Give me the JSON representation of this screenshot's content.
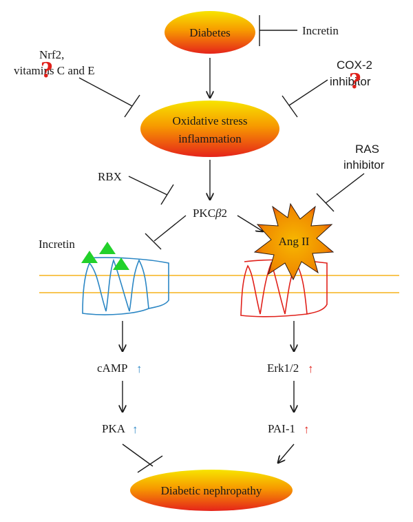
{
  "nodes": {
    "diabetes": "Diabetes",
    "oxidative_line1": "Oxidative stress",
    "oxidative_line2": "inflammation",
    "nephropathy": "Diabetic nephropathy",
    "ang2": "Ang II"
  },
  "labels": {
    "incretin_top": "Incretin",
    "nrf2_line1": "Nrf2,",
    "nrf2_line2": "vitamins C and E",
    "cox2_line1": "COX-2",
    "cox2_line2": "inhibitor",
    "ras_line1": "RAS",
    "ras_line2": "inhibitor",
    "rbx": "RBX",
    "pkc_prefix": "PKC",
    "pkc_beta": "β",
    "pkc_suffix": "2",
    "incretin_receptor": "Incretin",
    "camp": "cAMP",
    "pka": "PKA",
    "erk": "Erk1/2",
    "pai": "PAI-1",
    "question_mark": "?",
    "up_arrow": "↑"
  },
  "colors": {
    "node_top": "#f7e400",
    "node_mid": "#f79a00",
    "node_bottom": "#e5231a",
    "membrane": "#f6b21a",
    "receptor_left": "#2a86c4",
    "receptor_right": "#e0201a",
    "incretin_triangle": "#22d12a",
    "up_blue": "#2a86c4",
    "up_red": "#e0201a",
    "question": "#e0201a",
    "star_fill_center": "#f7a800",
    "star_fill_edge": "#e8231a"
  }
}
